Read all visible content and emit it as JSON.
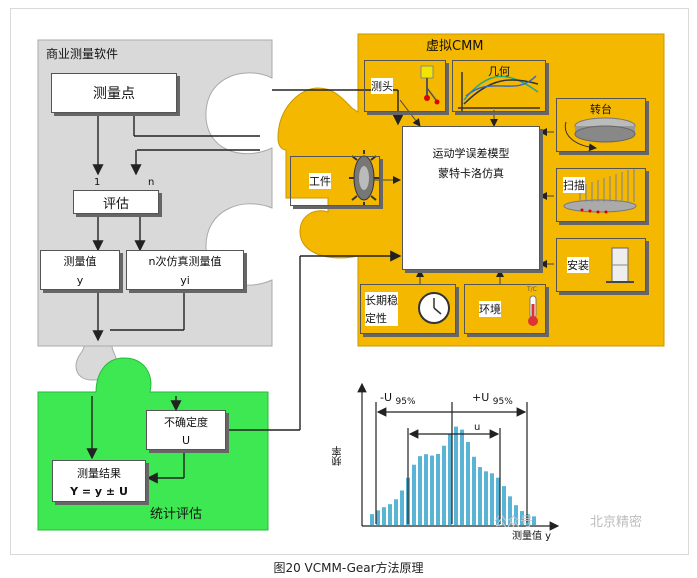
{
  "commercial": {
    "title": "商业测量软件",
    "measure_point": "测量点",
    "eval_n1": "1",
    "eval_n2": "n",
    "evaluate": "评估",
    "measured_value": "测量值",
    "measured_value_sym": "y",
    "n_sim_value": "n次仿真测量值",
    "n_sim_sym": "yi"
  },
  "virtual_cmm": {
    "title": "虚拟CMM",
    "probe": "测头",
    "geometry": "几何",
    "turntable": "转台",
    "workpiece": "工件",
    "core_line1": "运动学误差模型",
    "core_line2": "蒙特卡洛仿真",
    "scan": "扫描",
    "install": "安装",
    "long_term_line1": "长期稳",
    "long_term_line2": "定性",
    "environment": "环境",
    "temp_mark": "T/C"
  },
  "statistics": {
    "title": "统计评估",
    "uncertainty": "不确定度",
    "uncertainty_sym": "U",
    "result": "测量结果",
    "result_formula": "Y = y ± U"
  },
  "histogram": {
    "ylabel": "频率",
    "xlabel": "测量值 y",
    "minus_u": "-U",
    "plus_u": "+U",
    "pct": "95%",
    "u_label": "u"
  },
  "watermark": {
    "left": "公众号",
    "right": "北京精密"
  },
  "caption": "图20 VCMM-Gear方法原理",
  "colors": {
    "gray_panel": "#d9d9d9",
    "yellow_panel": "#f5b800",
    "green_panel": "#3ee853",
    "histogram_bar": "#5ab4d6"
  }
}
